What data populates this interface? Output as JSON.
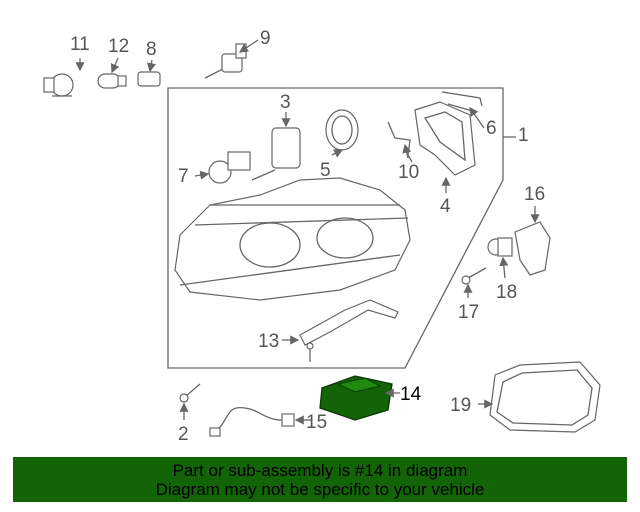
{
  "diagram": {
    "callouts": [
      "1",
      "2",
      "3",
      "4",
      "5",
      "6",
      "7",
      "8",
      "9",
      "10",
      "11",
      "12",
      "13",
      "14",
      "15",
      "16",
      "17",
      "18",
      "19"
    ],
    "highlighted_part": "14",
    "highlight_color": "#136307"
  },
  "banner": {
    "line1": "Part or sub-assembly is #14 in diagram",
    "line2": "Diagram may not be specific to your vehicle",
    "background": "#136307"
  }
}
